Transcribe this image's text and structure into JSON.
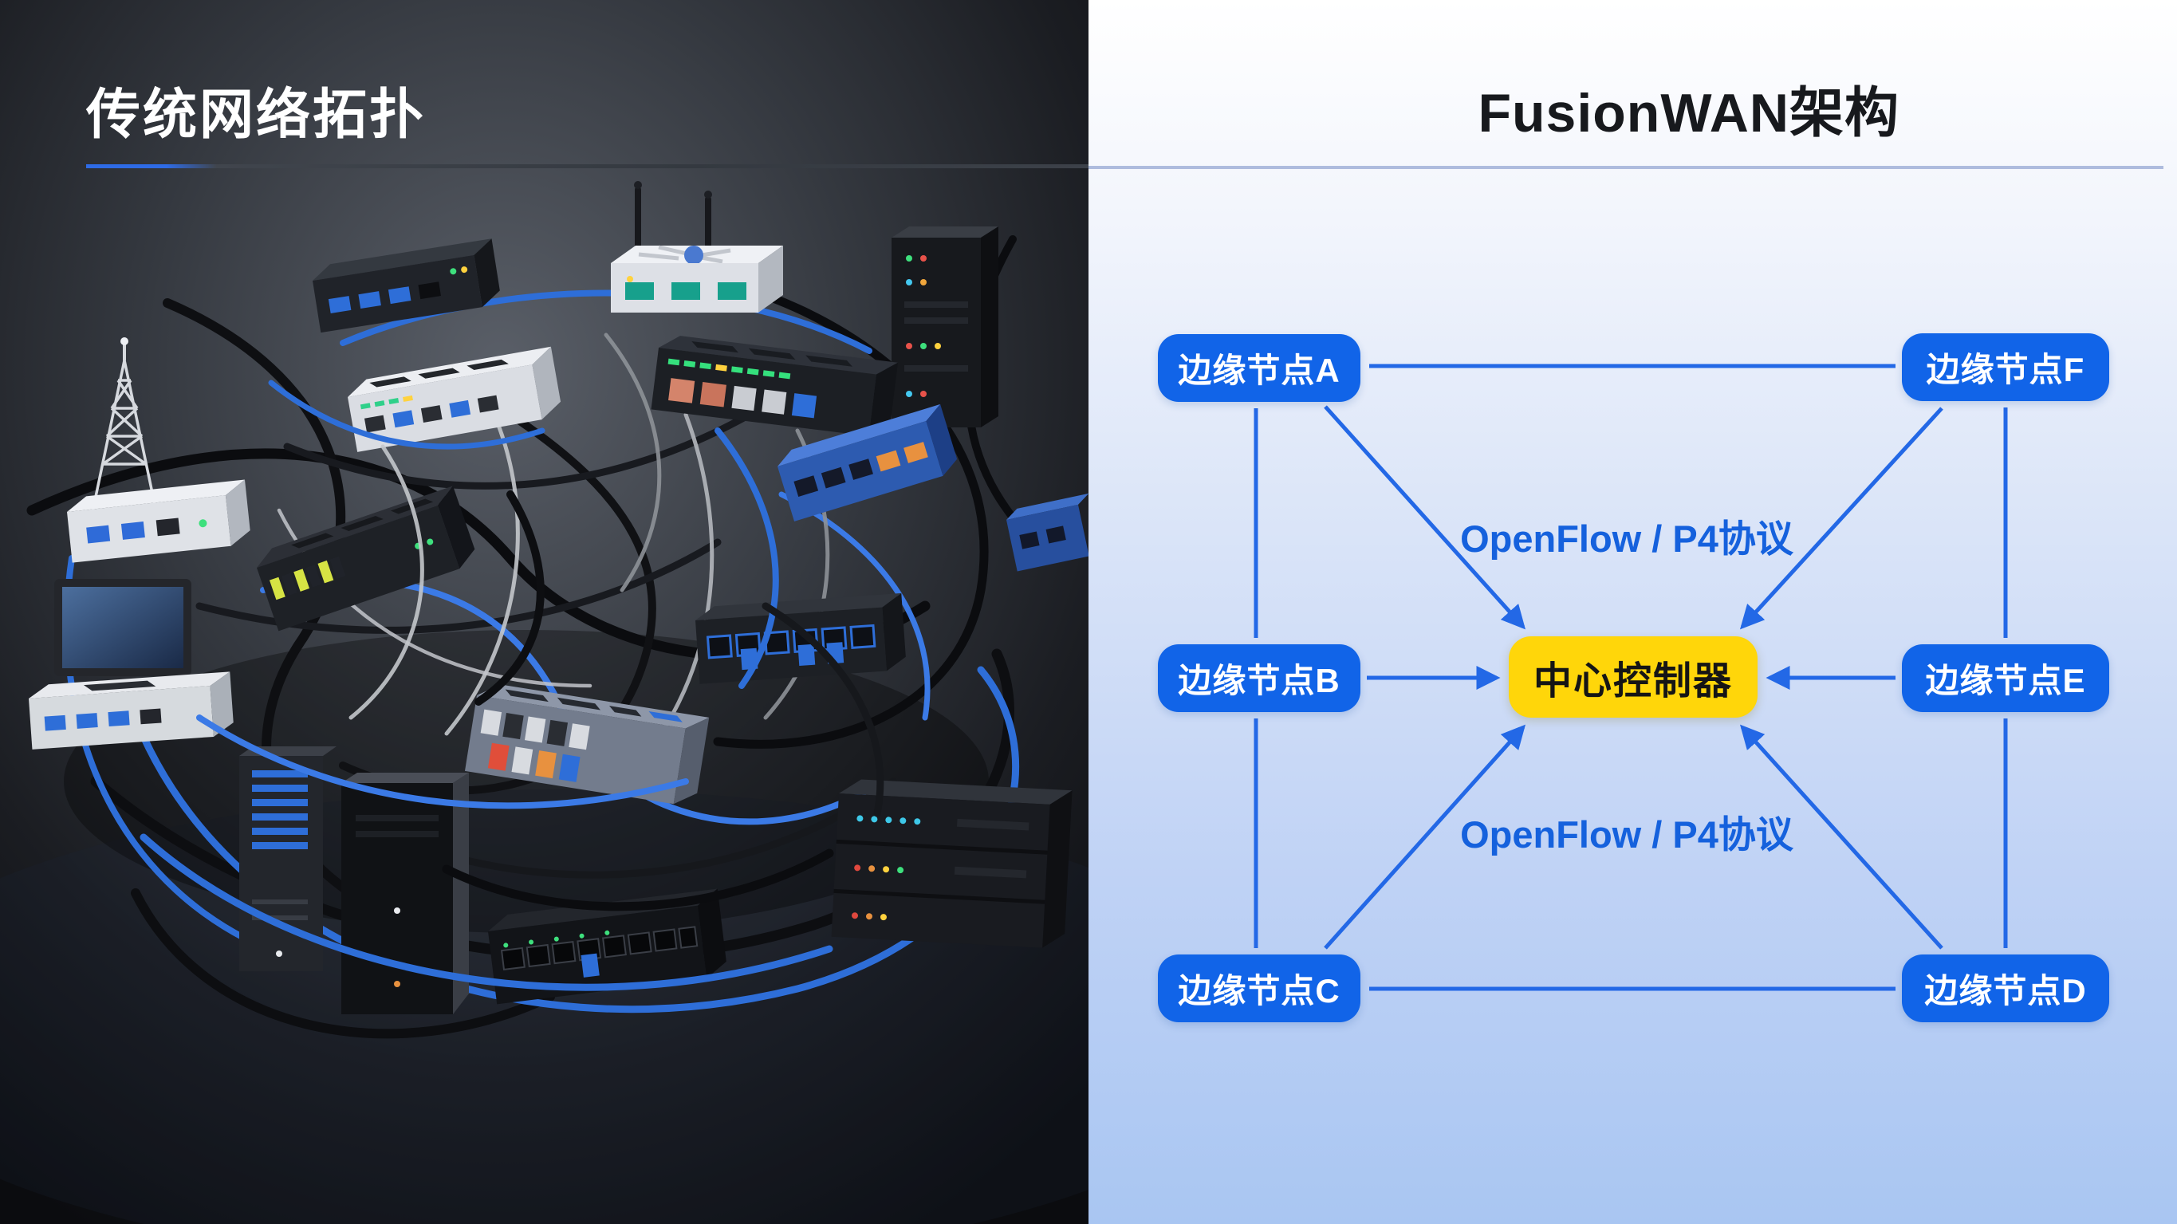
{
  "left_panel": {
    "title": "传统网络拓扑",
    "description": "traditional-network-topology-photo"
  },
  "right_panel": {
    "title": "FusionWAN架构",
    "protocol_label_top": "OpenFlow / P4协议",
    "protocol_label_bottom": "OpenFlow / P4协议",
    "controller_label": "中心控制器",
    "edge_nodes": [
      {
        "id": "A",
        "label": "边缘节点A"
      },
      {
        "id": "B",
        "label": "边缘节点B"
      },
      {
        "id": "C",
        "label": "边缘节点C"
      },
      {
        "id": "D",
        "label": "边缘节点D"
      },
      {
        "id": "E",
        "label": "边缘节点E"
      },
      {
        "id": "F",
        "label": "边缘节点F"
      }
    ],
    "connections": {
      "ring_links": [
        "A-F",
        "A-B",
        "B-C",
        "C-D",
        "F-E",
        "E-D"
      ],
      "control_links_to_controller": [
        "A",
        "B",
        "C",
        "D",
        "E",
        "F"
      ]
    },
    "colors": {
      "edge_node_bg": "#1164e8",
      "edge_node_text": "#ffffff",
      "controller_bg": "#ffd60a",
      "controller_text": "#151515",
      "connector_line": "#2368e6",
      "protocol_text": "#1561dd",
      "title_underline": "#aebcde",
      "bg_top": "#ffffff",
      "bg_bottom": "#a9c6f2"
    }
  },
  "left_colors": {
    "title_text": "#ffffff",
    "accent_blue": "#2e6be6",
    "background": "#17191d"
  }
}
